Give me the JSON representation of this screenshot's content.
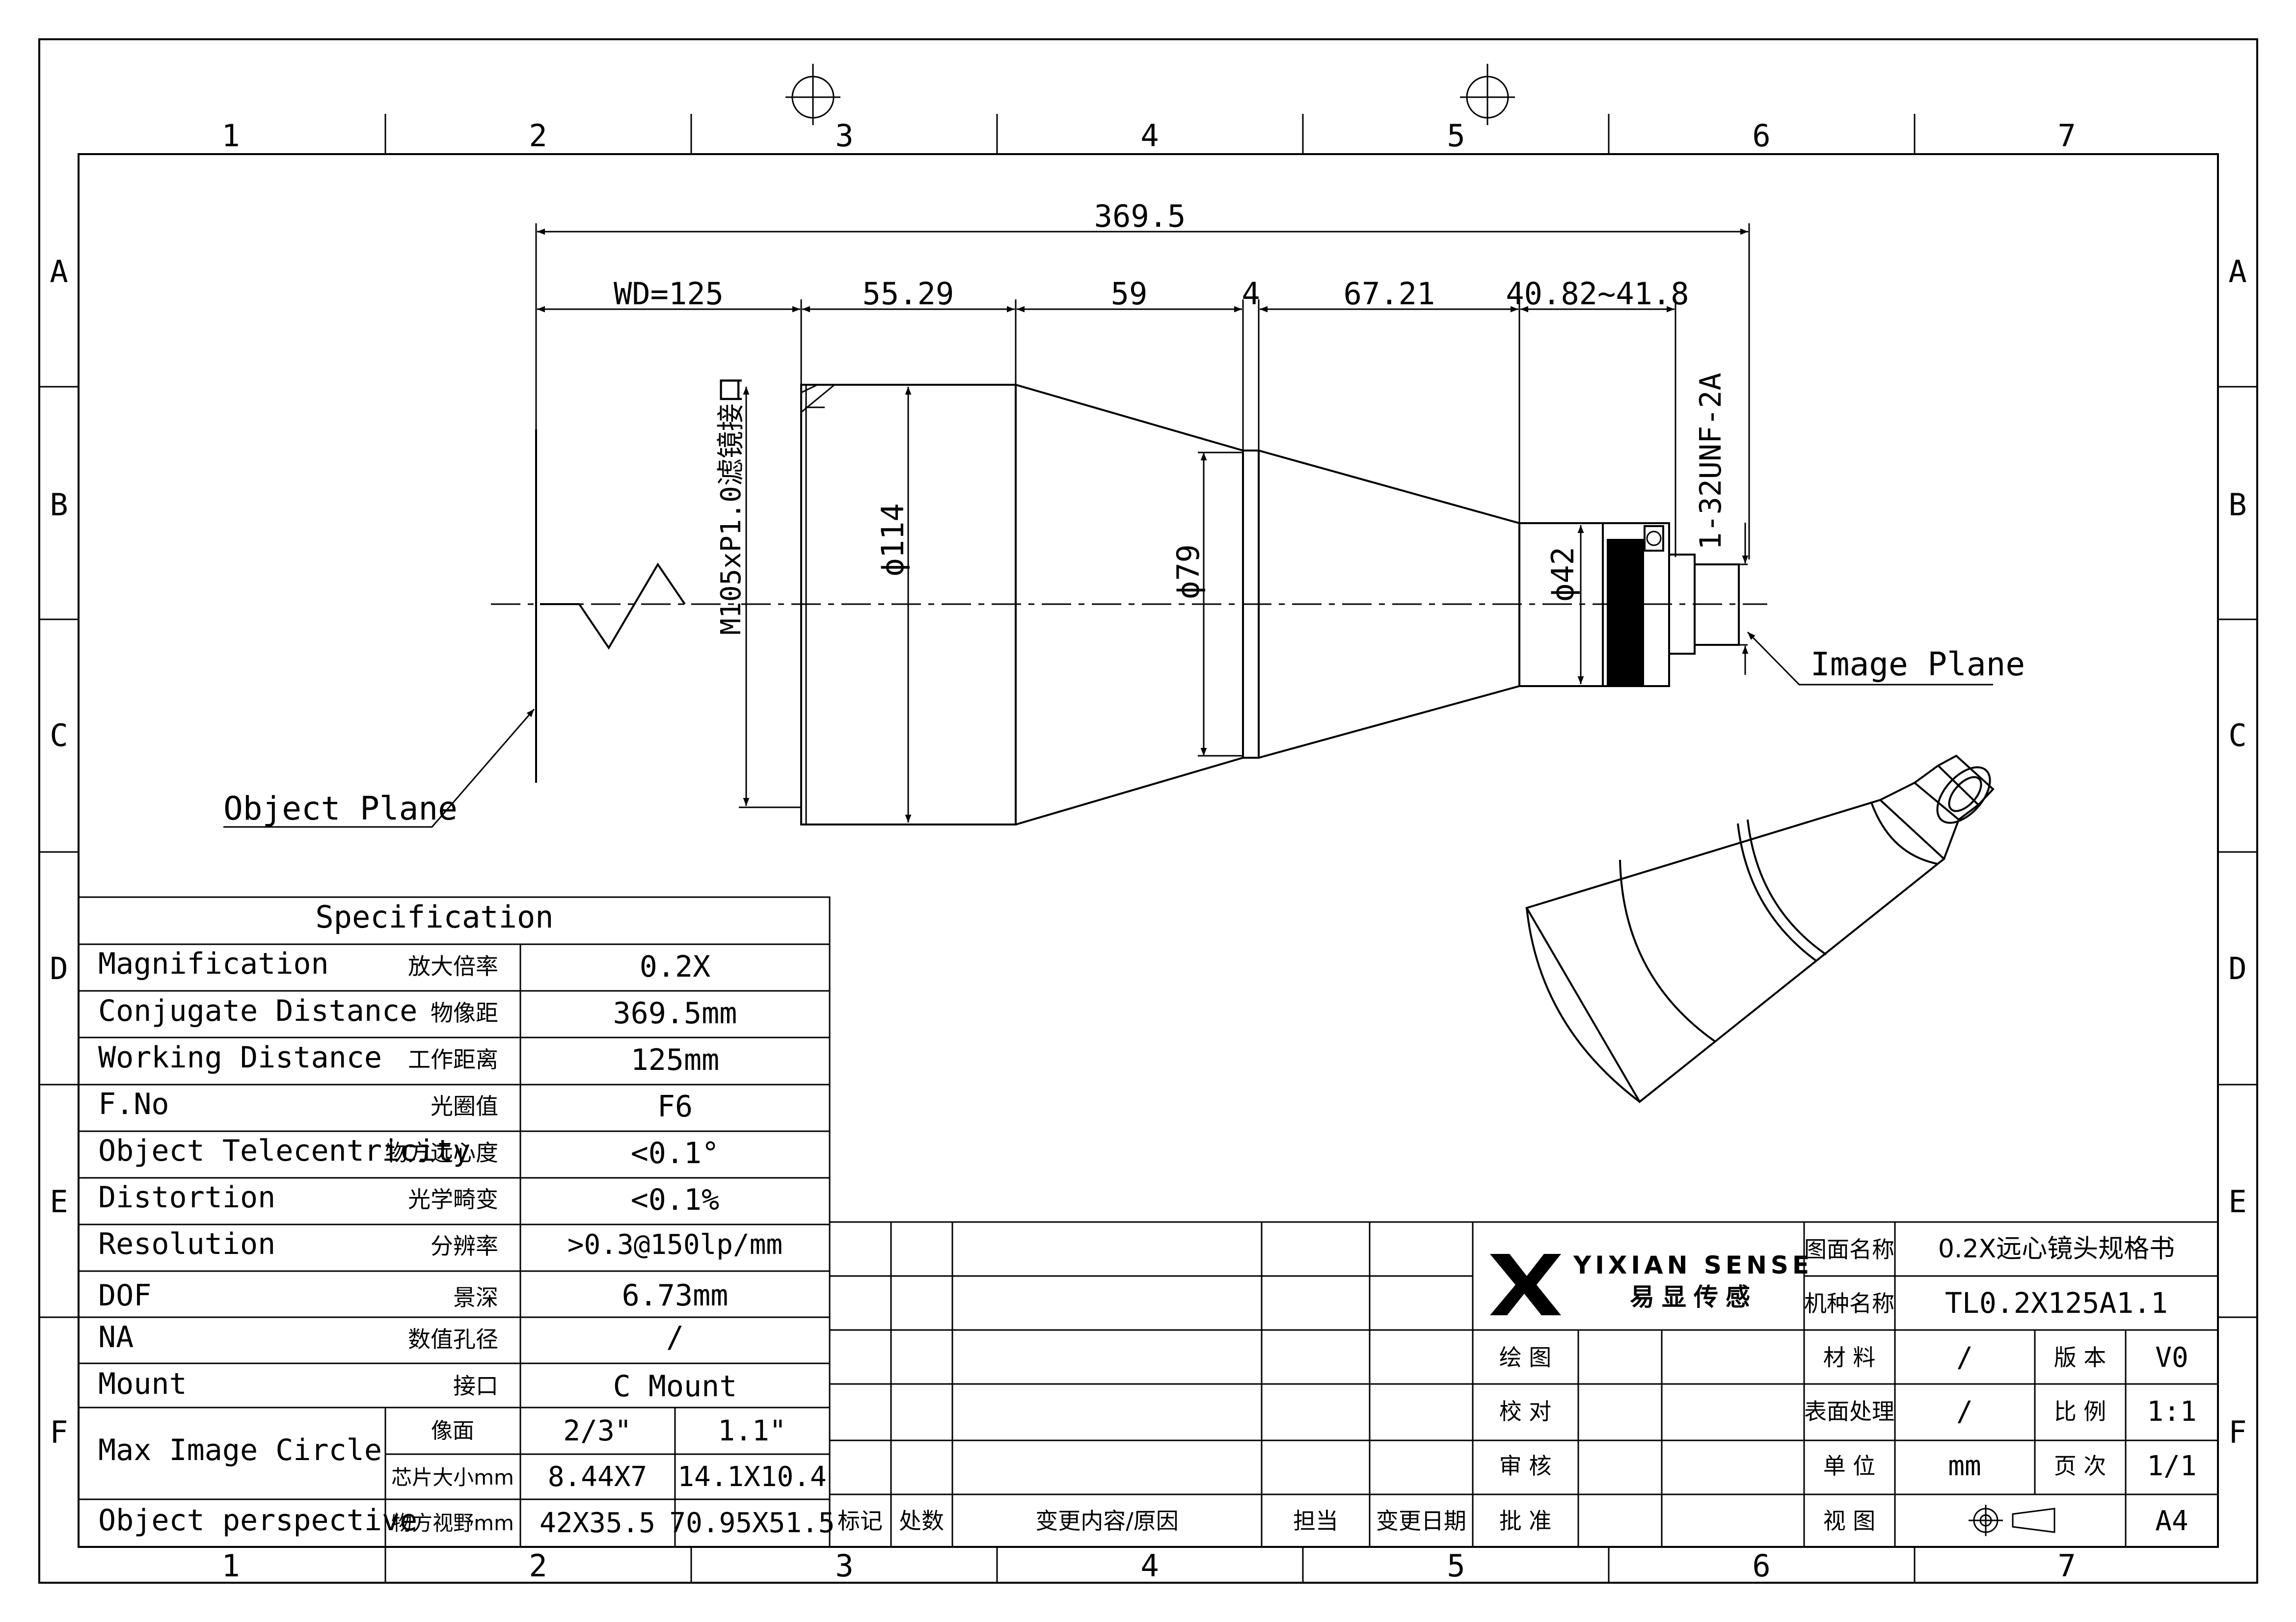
{
  "frame": {
    "col_labels": [
      "1",
      "2",
      "3",
      "4",
      "5",
      "6",
      "7"
    ],
    "row_labels": [
      "A",
      "B",
      "C",
      "D",
      "E",
      "F"
    ]
  },
  "dimensions": {
    "overall": "369.5",
    "wd": "WD=125",
    "d1": "55.29",
    "d2": "59",
    "d3": "4",
    "d4": "67.21",
    "d5": "40.82~41.8",
    "dia_114": "ϕ114",
    "dia_79": "ϕ79",
    "dia_42": "ϕ42",
    "thread_front": "M105xP1.0滤镜接口",
    "thread_rear": "1-32UNF-2A"
  },
  "labels": {
    "object_plane": "Object Plane",
    "image_plane": "Image Plane"
  },
  "spec": {
    "title": "Specification",
    "rows": [
      {
        "en": "Magnification",
        "cn": "放大倍率",
        "val": "0.2X"
      },
      {
        "en": "Conjugate Distance",
        "cn": "物像距",
        "val": "369.5mm"
      },
      {
        "en": "Working Distance",
        "cn": "工作距离",
        "val": "125mm"
      },
      {
        "en": "F.No",
        "cn": "光圈值",
        "val": "F6"
      },
      {
        "en": "Object Telecentricity",
        "cn": "物方远心度",
        "val": "<0.1°"
      },
      {
        "en": "Distortion",
        "cn": "光学畸变",
        "val": "<0.1%"
      },
      {
        "en": "Resolution",
        "cn": "分辨率",
        "val": ">0.3@150lp/mm"
      },
      {
        "en": "DOF",
        "cn": "景深",
        "val": "6.73mm"
      },
      {
        "en": "NA",
        "cn": "数值孔径",
        "val": "/"
      },
      {
        "en": "Mount",
        "cn": "接口",
        "val": "C Mount"
      }
    ],
    "max_image_circle": {
      "en": "Max Image Circle",
      "row1": {
        "cn": "像面",
        "v1": "2/3\"",
        "v2": "1.1\""
      },
      "row2": {
        "cn": "芯片大小mm",
        "v1": "8.44X7",
        "v2": "14.1X10.4"
      }
    },
    "object_perspective": {
      "en": "Object perspective",
      "cn": "物方视野mm",
      "v1": "42X35.5",
      "v2": "70.95X51.5"
    }
  },
  "revision": {
    "headers": [
      "标记",
      "处数",
      "变更内容/原因",
      "担当",
      "变更日期"
    ]
  },
  "company": {
    "name_en": "YIXIAN SENSE",
    "name_cn": [
      "易",
      "显",
      "传",
      "感"
    ],
    "brand_color": "#000000"
  },
  "approvals": [
    "绘 图",
    "校 对",
    "审 核",
    "批 准"
  ],
  "title_block": {
    "drawing_name_label": "图面名称",
    "drawing_name": "0.2X远心镜头规格书",
    "model_label": "机种名称",
    "model": "TL0.2X125A1.1",
    "material_label": "材 料",
    "material": "/",
    "version_label": "版 本",
    "version": "V0",
    "surface_label": "表面处理",
    "surface": "/",
    "scale_label": "比 例",
    "scale": "1:1",
    "unit_label": "单 位",
    "unit": "mm",
    "page_label": "页 次",
    "page": "1/1",
    "view_label": "视 图",
    "view_icon": "first-angle-projection-icon",
    "paper": "A4"
  }
}
